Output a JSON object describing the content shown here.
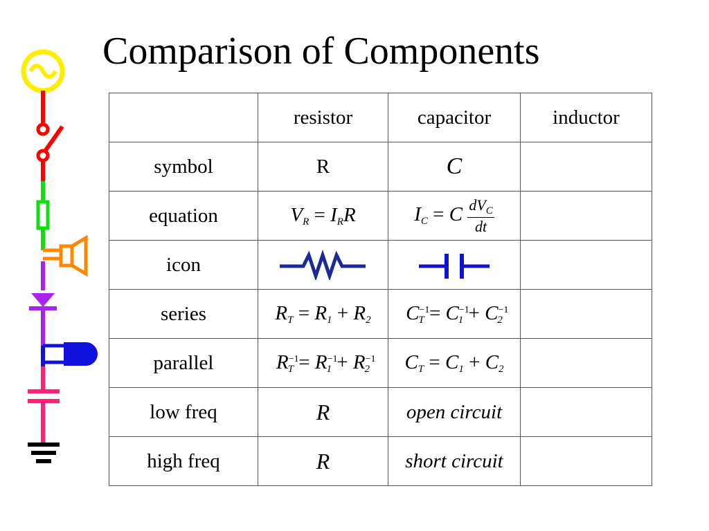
{
  "title": "Comparison of Components",
  "table": {
    "headers": [
      "resistor",
      "capacitor",
      "inductor"
    ],
    "rows": {
      "symbol": {
        "label": "symbol",
        "resistor": "R",
        "capacitor": "C",
        "inductor": ""
      },
      "equation": {
        "label": "equation",
        "resistor": {
          "V": "V",
          "R": "R",
          "I": "I",
          "R2": "R"
        },
        "capacitor": {
          "I": "I",
          "C": "C",
          "num": "dV",
          "den": "dt"
        },
        "inductor": ""
      },
      "icon": {
        "label": "icon",
        "resistor_icon": "resistor-zigzag-icon",
        "capacitor_icon": "capacitor-plates-icon",
        "inductor": ""
      },
      "series": {
        "label": "series",
        "inductor": ""
      },
      "parallel": {
        "label": "parallel",
        "inductor": ""
      },
      "low_freq": {
        "label": "low freq",
        "resistor": "R",
        "capacitor": "open circuit",
        "inductor": ""
      },
      "high_freq": {
        "label": "high freq",
        "resistor": "R",
        "capacitor": "short circuit",
        "inductor": ""
      }
    }
  },
  "decor": {
    "icons": [
      "ac-source-icon",
      "switch-icon",
      "resistor-icon",
      "speaker-icon",
      "diode-icon",
      "led-icon",
      "capacitor-icon",
      "ground-icon"
    ],
    "colors": {
      "yellow": "#ffee00",
      "red": "#ff0000",
      "green": "#11dd11",
      "orange": "#ff8800",
      "purple": "#aa22ee",
      "blue": "#1111dd",
      "pink": "#ff2277",
      "black": "#000000"
    }
  }
}
